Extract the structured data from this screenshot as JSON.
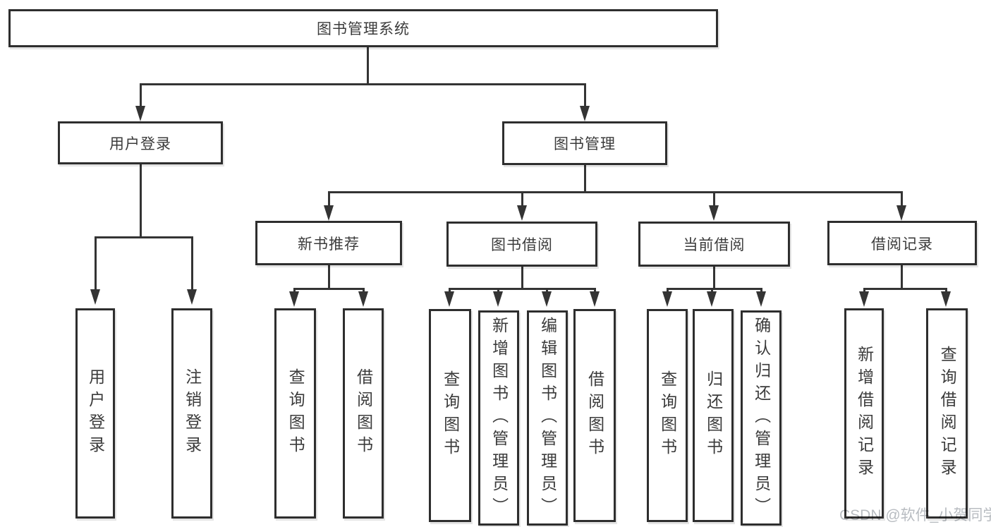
{
  "title": "图书管理系统",
  "watermark": "CSDN @软件_小贺同学",
  "colors": {
    "background": "#ffffff",
    "box_border": "#2e2e2e",
    "line": "#343434",
    "text": "#3b3b3b",
    "watermark": "#b8bcc1"
  },
  "level1": {
    "user_login": "用户登录",
    "book_mgmt": "图书管理"
  },
  "level2": {
    "new_books": "新书推荐",
    "book_borrow": "图书借阅",
    "current_borrow": "当前借阅",
    "borrow_records": "借阅记录"
  },
  "leaves": {
    "user_login": [
      "用户登录",
      "注销登录"
    ],
    "new_books": [
      "查询图书",
      "借阅图书"
    ],
    "book_borrow": [
      "查询图书",
      "新增图书（管理员）",
      "编辑图书（管理员）",
      "借阅图书"
    ],
    "current_borrow": [
      "查询图书",
      "归还图书",
      "确认归还（管理员）"
    ],
    "borrow_records": [
      "新增借阅记录",
      "查询借阅记录"
    ]
  }
}
